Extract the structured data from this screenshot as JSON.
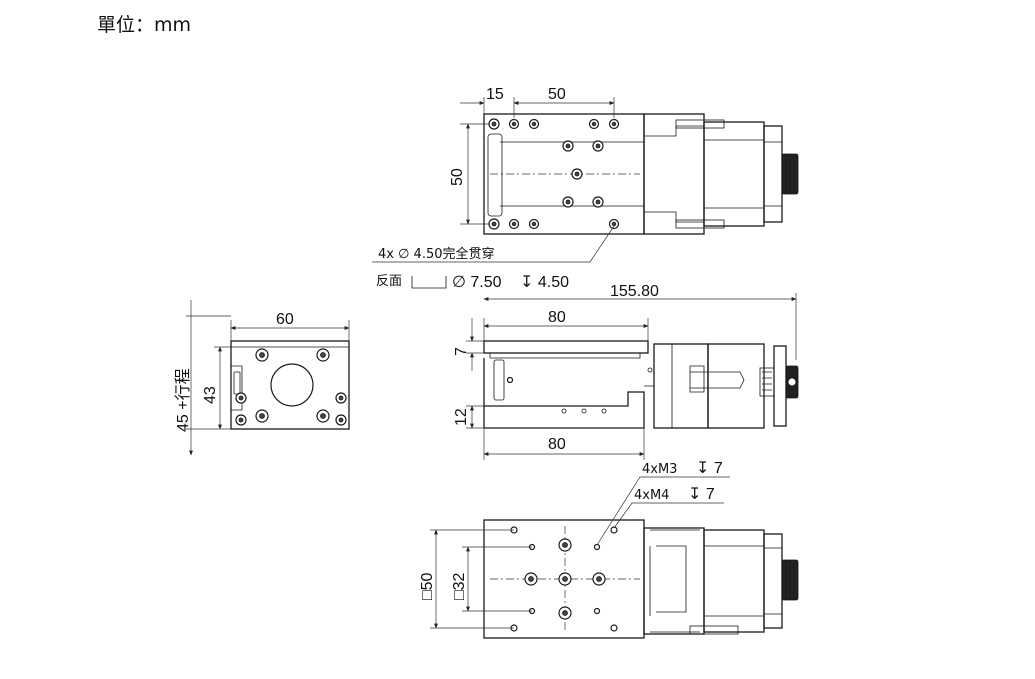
{
  "unit_label": "單位：mm",
  "top_view": {
    "dim_15": "15",
    "dim_50_top": "50",
    "dim_50_side": "50",
    "hole_note": "4x ∅ 4.50完全贯穿",
    "counterbore_note_prefix": "反面",
    "counterbore_diameter": "∅ 7.50",
    "counterbore_depth": "↧ 4.50"
  },
  "front_view": {
    "dim_total_length": "155.80",
    "dim_80_top": "80",
    "dim_80_bottom": "80",
    "dim_7": "7",
    "dim_12": "12"
  },
  "side_view": {
    "dim_60": "60",
    "dim_43": "43",
    "dim_45_stroke": "45 +行程"
  },
  "bottom_view": {
    "m3_note": "4xM3",
    "m3_depth": "↧ 7",
    "m4_note": "4xM4",
    "m4_depth": "↧ 7",
    "dim_square_50": "□50",
    "dim_square_32": "□32"
  }
}
